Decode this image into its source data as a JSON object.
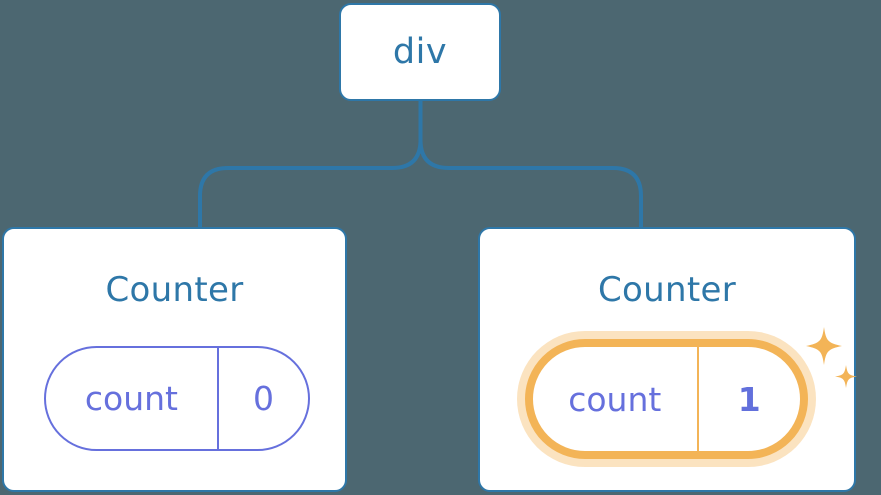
{
  "diagram": {
    "type": "component-tree",
    "background_color": "#4c6771",
    "edge_color": "#2e77a8",
    "node_border_color": "#2e77a8",
    "node_text_color": "#2e77a8",
    "state_color": "#6670dd",
    "highlight_color": "#f3b457",
    "highlight_glow_color": "#fbdfb0"
  },
  "root": {
    "label": "div"
  },
  "children": [
    {
      "title": "Counter",
      "state": {
        "key": "count",
        "value": "0"
      },
      "highlighted": false,
      "sparkles": false
    },
    {
      "title": "Counter",
      "state": {
        "key": "count",
        "value": "1"
      },
      "highlighted": true,
      "sparkles": true
    }
  ],
  "icons": {
    "sparkle_large": "sparkle-icon",
    "sparkle_small": "sparkle-icon"
  }
}
